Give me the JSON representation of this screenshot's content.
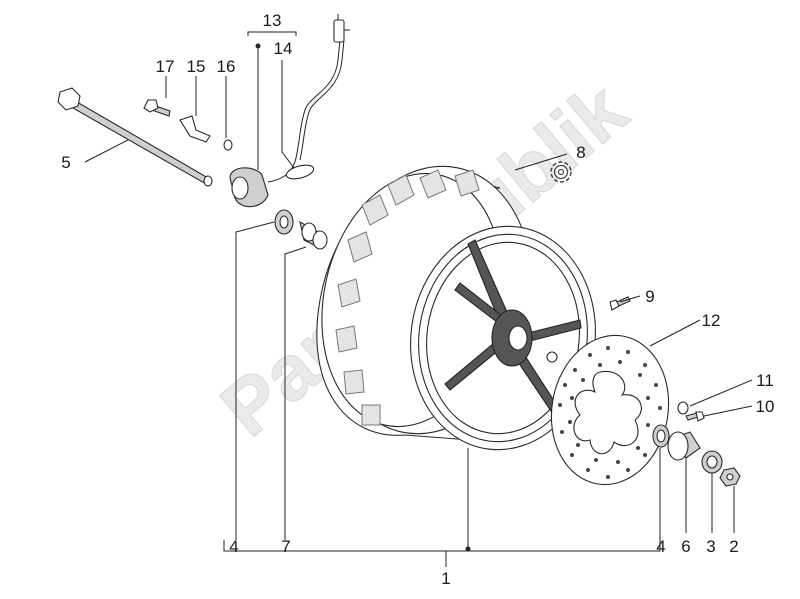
{
  "watermark": "Partsrepublik",
  "callouts": {
    "c1": "1",
    "c2": "2",
    "c3": "3",
    "c4a": "4",
    "c4b": "4",
    "c5": "5",
    "c6": "6",
    "c7": "7",
    "c8": "8",
    "c9": "9",
    "c10": "10",
    "c11": "11",
    "c12": "12",
    "c13": "13",
    "c14": "14",
    "c15": "15",
    "c16": "16",
    "c17": "17"
  },
  "icons": {
    "gear": "gear-icon"
  }
}
